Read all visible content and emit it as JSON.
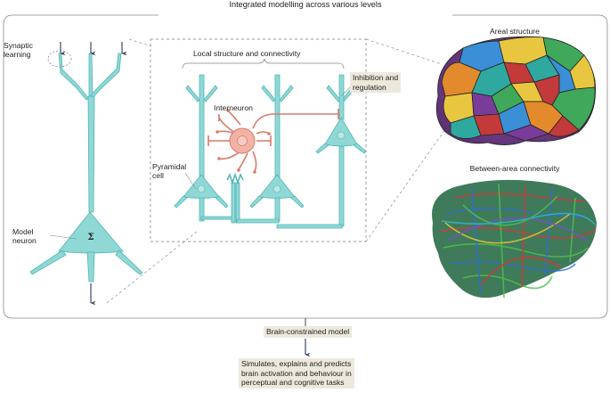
{
  "title": "Integrated modelling across various levels",
  "synaptic_learning": "Synaptic\nlearning",
  "model_neuron": "Model\nneuron",
  "neuron_symbol": "Σ",
  "local_structure": "Local structure and connectivity",
  "interneuron": "Interneuron",
  "pyramidal_cell": "Pyramidal\ncell",
  "inhibition": "Inhibition and\nregulation",
  "areal_structure": "Areal structure",
  "between_area": "Between-area connectivity",
  "brain_model": "Brain-constrained model",
  "outcome": "Simulates, explains and predicts\nbrain activation and behaviour in\nperceptual and cognitive tasks",
  "colors": {
    "neuron": "#8fd8d6",
    "neuron_stroke": "#4fb6b3",
    "interneuron": "#f2b3a6",
    "interneuron_stroke": "#d97a6b",
    "label_box": "#ece9dc",
    "arrow": "#3b4a63"
  }
}
